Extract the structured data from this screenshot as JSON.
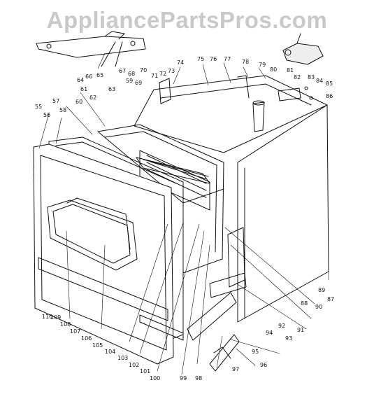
{
  "watermark": "AppliancePartsPros.com",
  "callouts": [
    "64",
    "65",
    "66",
    "67",
    "68",
    "74",
    "75",
    "76",
    "77",
    "78",
    "79",
    "80",
    "81",
    "82",
    "83",
    "84",
    "85",
    "86",
    "70",
    "71",
    "72",
    "73",
    "69",
    "59",
    "60",
    "61",
    "62",
    "63",
    "57",
    "58",
    "55",
    "56",
    "87",
    "88",
    "89",
    "90",
    "91",
    "92",
    "93",
    "94",
    "95",
    "96",
    "97",
    "98",
    "99",
    "100",
    "101",
    "102",
    "103",
    "104",
    "105",
    "106",
    "107",
    "108",
    "109",
    "110"
  ]
}
